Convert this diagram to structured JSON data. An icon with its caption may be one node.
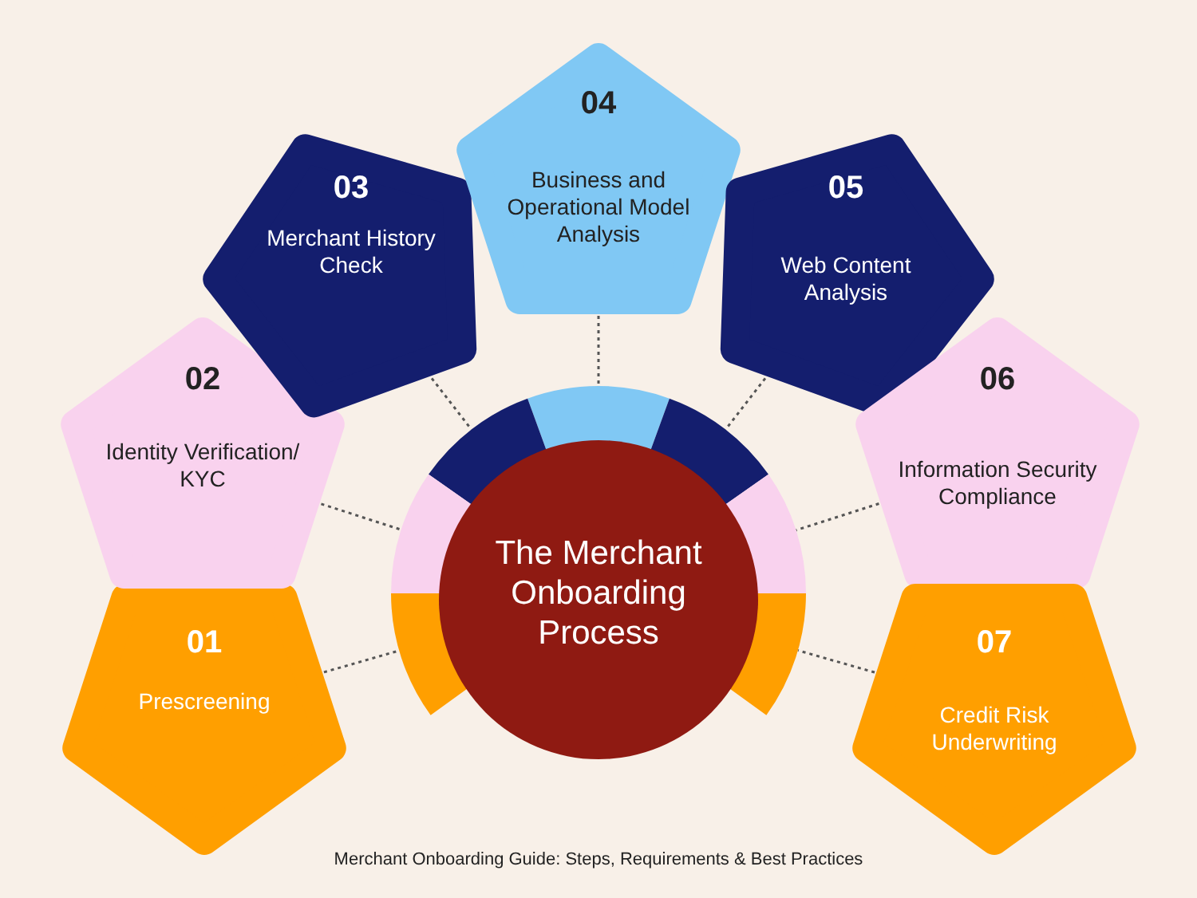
{
  "diagram": {
    "caption": "Merchant Onboarding Guide: Steps, Requirements & Best Practices",
    "nodes": [
      {
        "text": [
          "The Merchant Onboarding Process"
        ]
      },
      {
        "text": [
          "01",
          "Prescreening"
        ]
      },
      {
        "text": [
          "02",
          "Identity Verification/ KYC"
        ]
      },
      {
        "text": [
          "03",
          "Merchant History Check"
        ]
      },
      {
        "text": [
          "04",
          "Business and Operational Model Analysis"
        ]
      },
      {
        "text": [
          "05",
          "Web Content Analysis"
        ]
      },
      {
        "text": [
          "06",
          "Information Security Compliance"
        ]
      },
      {
        "text": [
          "07",
          "Credit Risk Underwriting"
        ]
      }
    ],
    "edges": [
      {
        "from": 1,
        "to": 0,
        "arrow": "none",
        "style": "dashed"
      },
      {
        "from": 2,
        "to": 0,
        "arrow": "none",
        "style": "dashed"
      },
      {
        "from": 3,
        "to": 0,
        "arrow": "none",
        "style": "dashed"
      },
      {
        "from": 4,
        "to": 0,
        "arrow": "none",
        "style": "dashed"
      },
      {
        "from": 5,
        "to": 0,
        "arrow": "none",
        "style": "dashed"
      },
      {
        "from": 6,
        "to": 0,
        "arrow": "none",
        "style": "dashed"
      },
      {
        "from": 7,
        "to": 0,
        "arrow": "none",
        "style": "dashed"
      }
    ]
  }
}
